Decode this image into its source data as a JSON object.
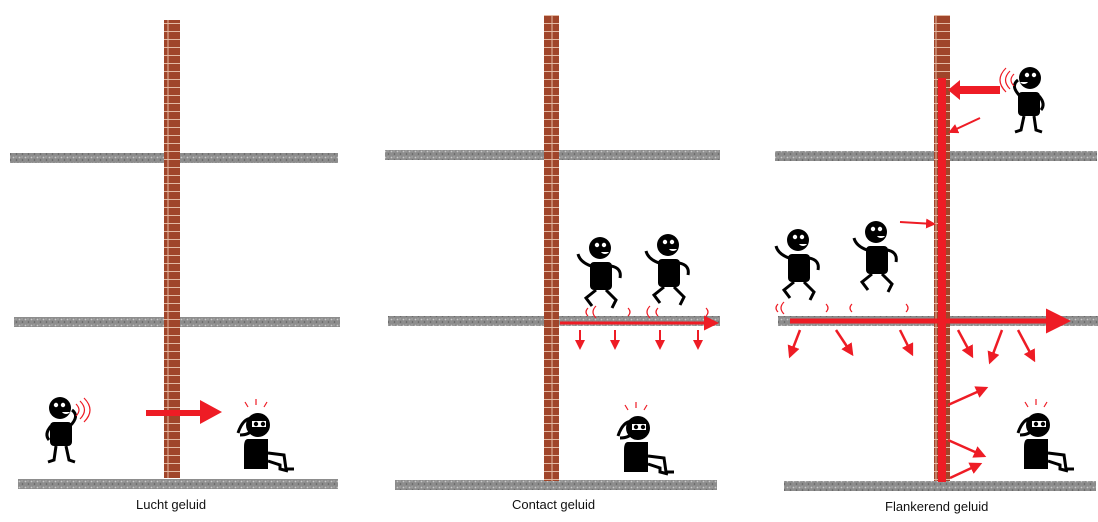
{
  "panels": [
    {
      "id": "airborne",
      "caption": "Lucht geluid"
    },
    {
      "id": "contact",
      "caption": "Contact geluid"
    },
    {
      "id": "flanking",
      "caption": "Flankerend geluid"
    }
  ],
  "colors": {
    "brick": "#a0452a",
    "brick_line": "#e8c4b0",
    "floor": "#9a9a9a",
    "arrow": "#ee1c25",
    "figure": "#000000"
  }
}
